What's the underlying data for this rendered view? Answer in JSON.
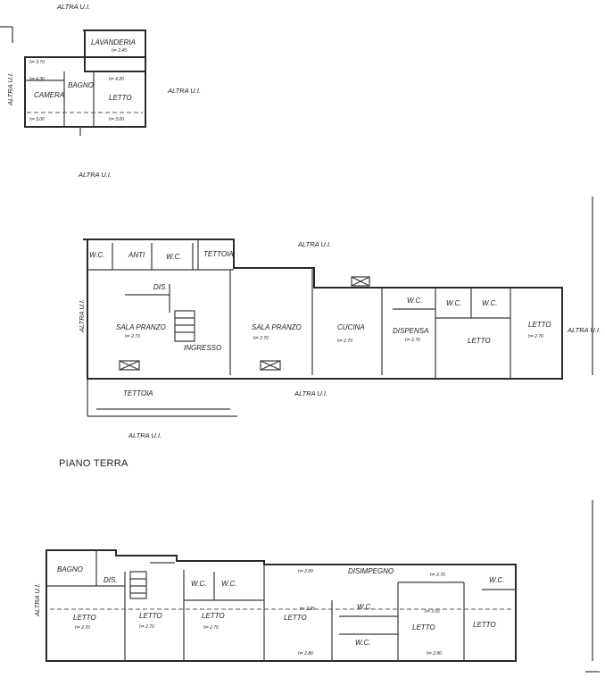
{
  "title": "PIANO TERRA",
  "neighbor_label": "ALTRA U.I.",
  "top_unit": {
    "rooms": [
      {
        "name": "LAVANDERIA",
        "h": "h= 2.45"
      },
      {
        "name": "CAMERA",
        "h": ""
      },
      {
        "name": "BAGNO",
        "h": ""
      },
      {
        "name": "LETTO",
        "h": ""
      }
    ],
    "heights": [
      "h= 3.70",
      "h= 4.30",
      "h= 3.00",
      "h= 4.20",
      "h= 3.00"
    ]
  },
  "ground_floor": {
    "rooms": [
      {
        "name": "W.C.",
        "h": ""
      },
      {
        "name": "ANTI",
        "h": ""
      },
      {
        "name": "W.C.",
        "h": ""
      },
      {
        "name": "TETTOIA",
        "h": ""
      },
      {
        "name": "DIS.",
        "h": ""
      },
      {
        "name": "SALA PRANZO",
        "h": "h= 2.73"
      },
      {
        "name": "INGRESSO",
        "h": ""
      },
      {
        "name": "SALA PRANZO",
        "h": "h= 2.70"
      },
      {
        "name": "CUCINA",
        "h": "h= 2.70"
      },
      {
        "name": "W.C.",
        "h": ""
      },
      {
        "name": "DISPENSA",
        "h": "h= 2.70"
      },
      {
        "name": "W.C.",
        "h": ""
      },
      {
        "name": "W.C.",
        "h": ""
      },
      {
        "name": "LETTO",
        "h": ""
      },
      {
        "name": "LETTO",
        "h": "h= 2.70"
      },
      {
        "name": "TETTOIA",
        "h": ""
      }
    ]
  },
  "first_floor": {
    "rooms": [
      {
        "name": "BAGNO",
        "h": ""
      },
      {
        "name": "DIS.",
        "h": ""
      },
      {
        "name": "DISIMPEGNO",
        "h": ""
      },
      {
        "name": "W.C.",
        "h": ""
      },
      {
        "name": "W.C.",
        "h": ""
      },
      {
        "name": "W.C.",
        "h": ""
      },
      {
        "name": "LETTO",
        "h": "h= 2.70"
      },
      {
        "name": "LETTO",
        "h": "h= 2.70"
      },
      {
        "name": "LETTO",
        "h": "h= 2.70"
      },
      {
        "name": "LETTO",
        "h": ""
      },
      {
        "name": "W.C.",
        "h": ""
      },
      {
        "name": "LETTO",
        "h": ""
      },
      {
        "name": "W.C.",
        "h": ""
      },
      {
        "name": "LETTO",
        "h": ""
      }
    ],
    "heights": [
      "h= 2.00",
      "h= 2.70",
      "h= 2.95",
      "h= 3.55",
      "h= 2.80",
      "h= 2.80"
    ]
  }
}
